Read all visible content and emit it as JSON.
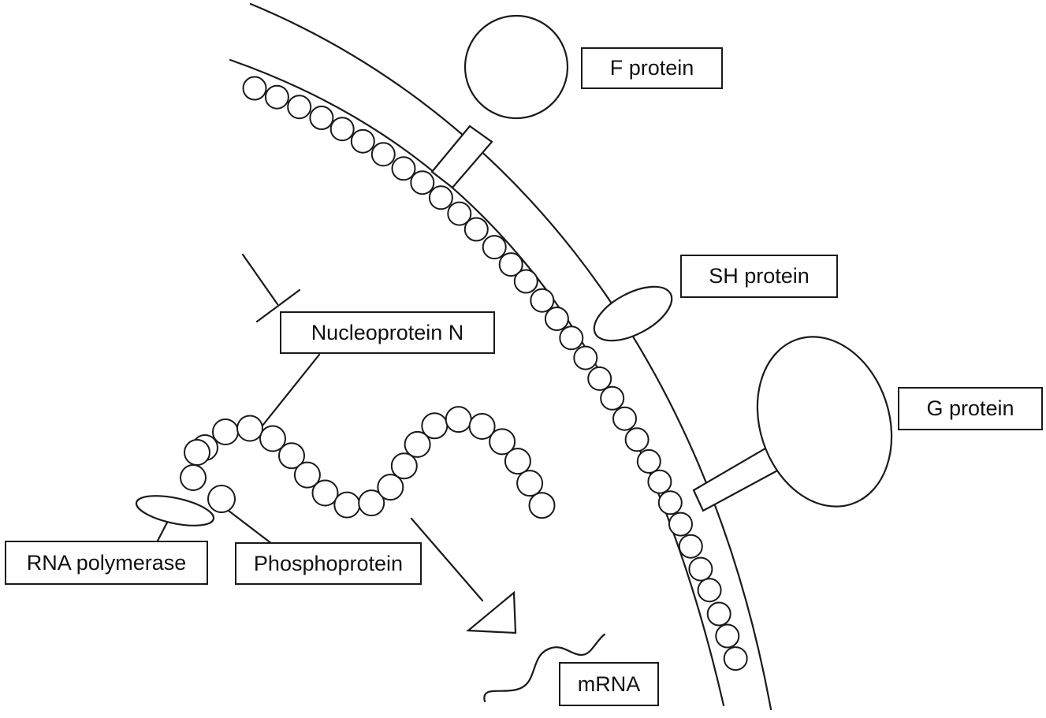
{
  "labels": {
    "f_protein": "F protein",
    "sh_protein": "SH protein",
    "g_protein": "G protein",
    "nucleoprotein": "Nucleoprotein N",
    "rna_polymerase": "RNA polymerase",
    "phosphoprotein": "Phosphoprotein",
    "mrna": "mRNA"
  },
  "colors": {
    "line": "#1a1a1a",
    "fill": "#ffffff",
    "text": "#111111"
  },
  "icons": {
    "inhibition": "inhibition-tbar-icon",
    "transcription_arrow": "triangle-arrow-icon"
  }
}
